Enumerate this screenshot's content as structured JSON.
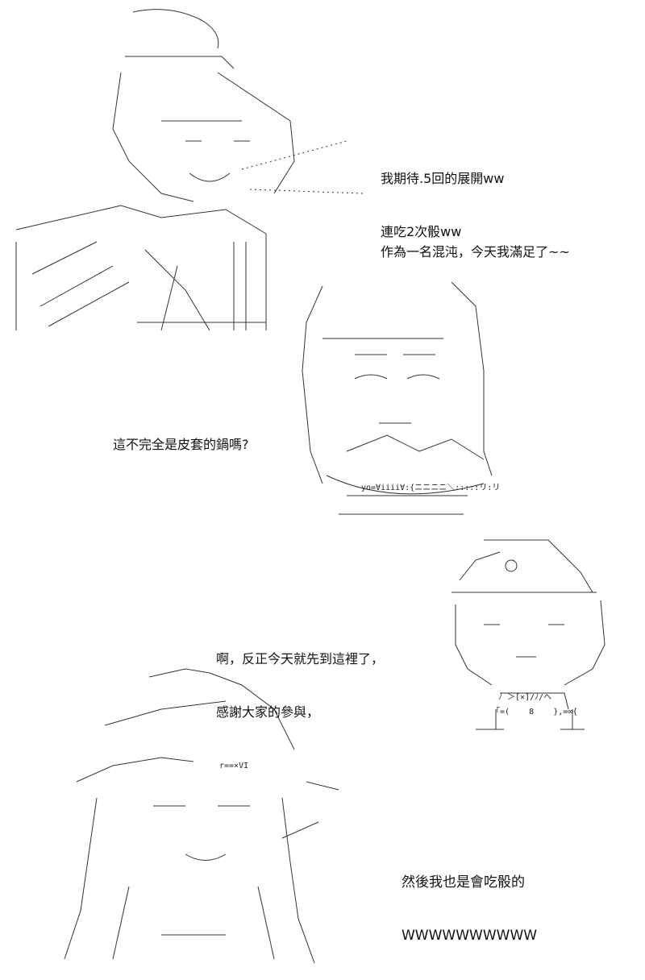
{
  "panels": [
    {
      "lines": [
        "我期待.5回的展開ww",
        "連吃2次骰ww"
      ]
    },
    {
      "lines": [
        "作為一名混沌，今天我滿足了~~"
      ]
    },
    {
      "lines": [
        "這不完全是皮套的鍋嗎?"
      ]
    },
    {
      "lines": [
        "啊，反正今天就先到這裡了，",
        "感謝大家的參與，"
      ]
    },
    {
      "lines": [
        "然後我也是會吃骰的",
        "WWWWWWWWWW"
      ]
    }
  ],
  "art_marks": {
    "face_2": "yo=∀iiii∀:{ニニニニ＼:::::リ:リ",
    "hat_3": "ﾉ ＞[×]/ﾉ/ヘ",
    "feet_3": "「=(    8    },=∞{",
    "label_4": "r==×VI"
  }
}
